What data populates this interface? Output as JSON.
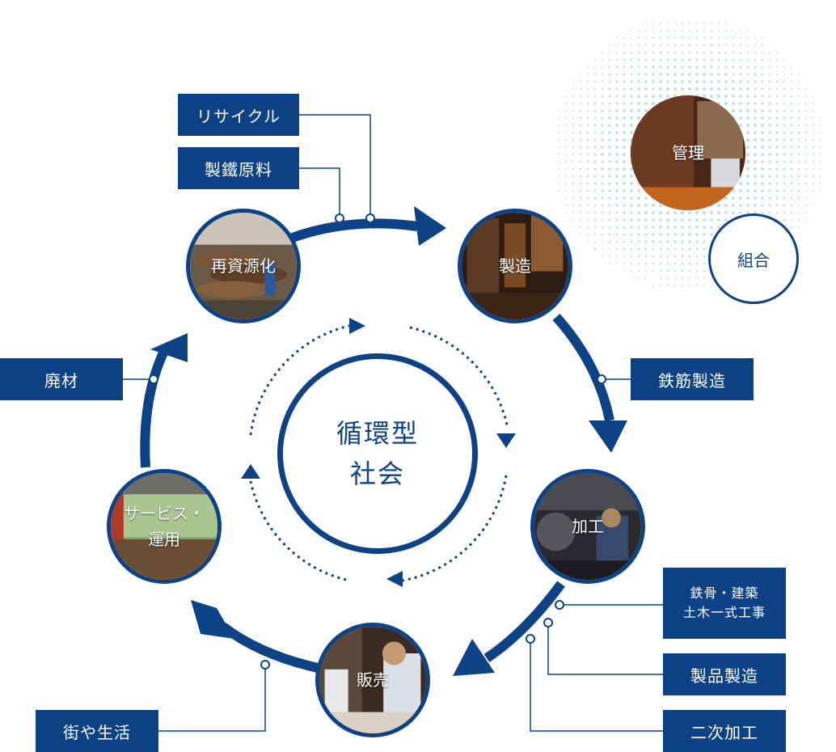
{
  "center": {
    "line1": "循環型",
    "line2": "社会"
  },
  "nodes": {
    "recycle_source": "再資源化",
    "manufacture": "製造",
    "processing": "加工",
    "sales": "販売",
    "service_line1": "サービス・",
    "service_line2": "運用",
    "management": "管理"
  },
  "union": "組合",
  "labels": {
    "recycle": "リサイクル",
    "steel_material": "製鐵原料",
    "rebar": "鉄筋製造",
    "steel_frame_line1": "鉄骨・建築",
    "steel_frame_line2": "土木一式工事",
    "product_mfg": "製品製造",
    "secondary": "二次加工",
    "town_life": "街や生活",
    "waste": "廃材"
  },
  "colors": {
    "primary": "#0d4386",
    "dot_pattern": "#bfdde6"
  }
}
